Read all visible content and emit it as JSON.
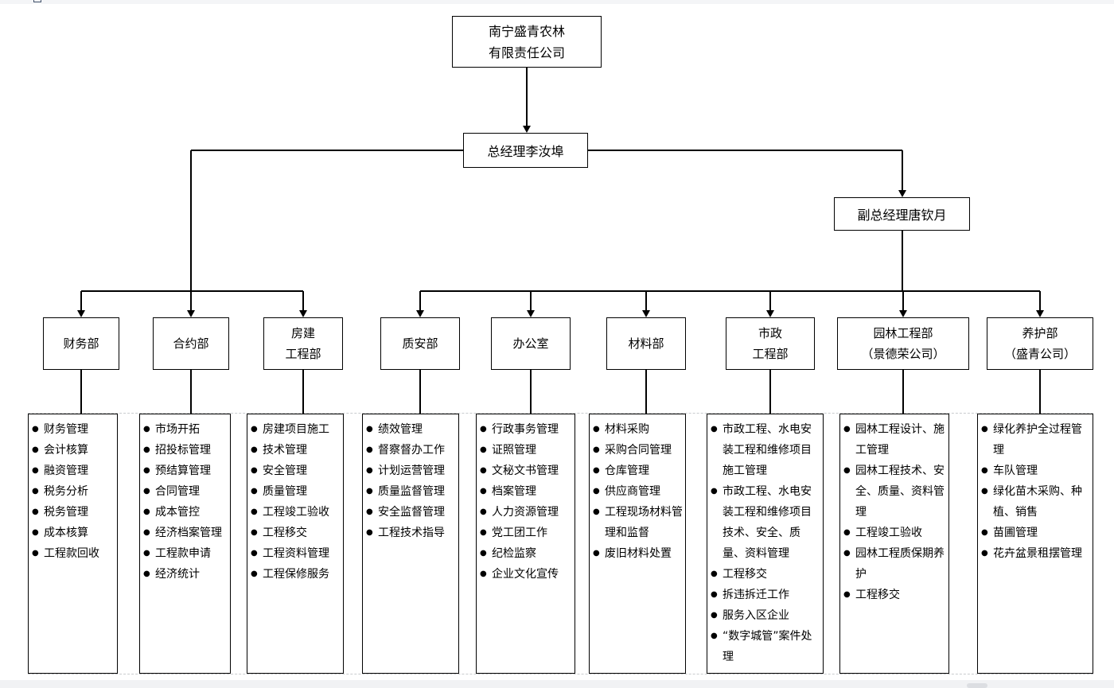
{
  "window": {
    "top_strip_color": "#f4f5f7",
    "scrollbar_track_color": "#f1f2f4",
    "scrollbar_thumb_color": "#dcdee2",
    "line_color": "#000000",
    "page_boundary_color": "#c9cbce"
  },
  "org_chart": {
    "company": {
      "line1": "南宁盛青农林",
      "line2": "有限责任公司"
    },
    "general_manager": "总经理李汝埠",
    "deputy_general_manager": "副总经理唐钦月",
    "departments": [
      {
        "key": "finance",
        "name_lines": [
          "财务部"
        ],
        "duties": [
          "财务管理",
          "会计核算",
          "融资管理",
          "税务分析",
          "税务管理",
          "成本核算",
          "工程款回收"
        ]
      },
      {
        "key": "contracts",
        "name_lines": [
          "合约部"
        ],
        "duties": [
          "市场开拓",
          "招投标管理",
          "预结算管理",
          "合同管理",
          "成本管控",
          "经济档案管理",
          "工程款申请",
          "经济统计"
        ]
      },
      {
        "key": "housing-construction",
        "name_lines": [
          "房建",
          "工程部"
        ],
        "duties": [
          "房建项目施工",
          "技术管理",
          "安全管理",
          "质量管理",
          "工程竣工验收",
          "工程移交",
          "工程资料管理",
          "工程保修服务"
        ]
      },
      {
        "key": "quality-safety",
        "name_lines": [
          "质安部"
        ],
        "duties": [
          "绩效管理",
          "督察督办工作",
          "计划运营管理",
          "质量监督管理",
          "安全监督管理",
          "工程技术指导"
        ]
      },
      {
        "key": "office",
        "name_lines": [
          "办公室"
        ],
        "duties": [
          "行政事务管理",
          "证照管理",
          "文秘文书管理",
          "档案管理",
          "人力资源管理",
          "党工团工作",
          "纪检监察",
          "企业文化宣传"
        ]
      },
      {
        "key": "materials",
        "name_lines": [
          "材料部"
        ],
        "duties": [
          "材料采购",
          "采购合同管理",
          "仓库管理",
          "供应商管理",
          "工程现场材料管理和监督",
          "废旧材料处置"
        ]
      },
      {
        "key": "municipal-engineering",
        "name_lines": [
          "市政",
          "工程部"
        ],
        "duties": [
          "市政工程、水电安装工程和维修项目施工管理",
          "市政工程、水电安装工程和维修项目技术、安全、质量、资料管理",
          "工程移交",
          "拆违拆迁工作",
          "服务入区企业",
          "“数字城管”案件处理"
        ]
      },
      {
        "key": "landscape-engineering",
        "name_lines": [
          "园林工程部",
          "（景德荣公司）"
        ],
        "duties": [
          "园林工程设计、施工管理",
          "园林工程技术、安全、质量、资料管理",
          "工程竣工验收",
          "园林工程质保期养护",
          "工程移交"
        ]
      },
      {
        "key": "maintenance",
        "name_lines": [
          "养护部",
          "（盛青公司）"
        ],
        "duties": [
          "绿化养护全过程管理",
          "车队管理",
          "绿化苗木采购、种植、销售",
          "苗圃管理",
          "花卉盆景租摆管理"
        ]
      }
    ]
  }
}
